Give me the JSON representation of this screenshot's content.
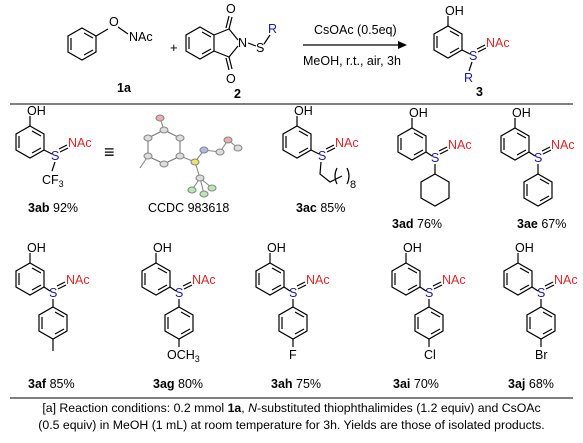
{
  "reaction": {
    "reactant1": {
      "atom_O": "O",
      "group_NAc": "NAc",
      "label": "1a"
    },
    "plus": "+",
    "reactant2": {
      "atom_O_top": "O",
      "atom_O_bottom": "O",
      "atom_N": "N",
      "atom_S": "S",
      "group_R": "R",
      "label": "2"
    },
    "conditions_top": "CsOAc (0.5eq)",
    "conditions_bottom": "MeOH, r.t., air, 3h",
    "product": {
      "group_OH": "OH",
      "atom_S": "S",
      "group_NAc": "NAc",
      "group_R": "R",
      "label": "3"
    }
  },
  "compounds": [
    {
      "id": "3ab",
      "yield": "92%",
      "substituent": "CF3"
    },
    {
      "id": "crystal",
      "equiv_symbol": "≡",
      "caption": "CCDC 983618"
    },
    {
      "id": "3ac",
      "yield": "85%",
      "substituent": "8"
    },
    {
      "id": "3ad",
      "yield": "76%",
      "substituent": "cyclohexyl"
    },
    {
      "id": "3ae",
      "yield": "67%",
      "substituent": "phenyl"
    },
    {
      "id": "3af",
      "yield": "85%",
      "substituent": "4-methylphenyl"
    },
    {
      "id": "3ag",
      "yield": "80%",
      "substituent": "OCH3"
    },
    {
      "id": "3ah",
      "yield": "75%",
      "substituent": "F"
    },
    {
      "id": "3ai",
      "yield": "70%",
      "substituent": "Cl"
    },
    {
      "id": "3aj",
      "yield": "68%",
      "substituent": "Br"
    }
  ],
  "common": {
    "oh": "OH",
    "s": "S",
    "nac": "NAc",
    "cf3_c": "CF",
    "cf3_sub": "3",
    "och3_o": "OCH",
    "och3_sub": "3",
    "f": "F",
    "cl": "Cl",
    "br": "Br",
    "alkyl_n": "8"
  },
  "colors": {
    "sulfur": "#1a1aa8",
    "nitrogen_group": "#e0262a",
    "text": "#000000"
  },
  "footnote": {
    "prefix": "[a] Reaction conditions: 0.2 mmol ",
    "bold_1a": "1a",
    "mid1": ", ",
    "italic_N": "N",
    "line1_rest": "-substituted thiophthalimides (1.2 equiv) and CsOAc",
    "line2": "(0.5 equiv) in MeOH (1 mL) at room temperature for 3h. Yields are those of isolated products."
  }
}
